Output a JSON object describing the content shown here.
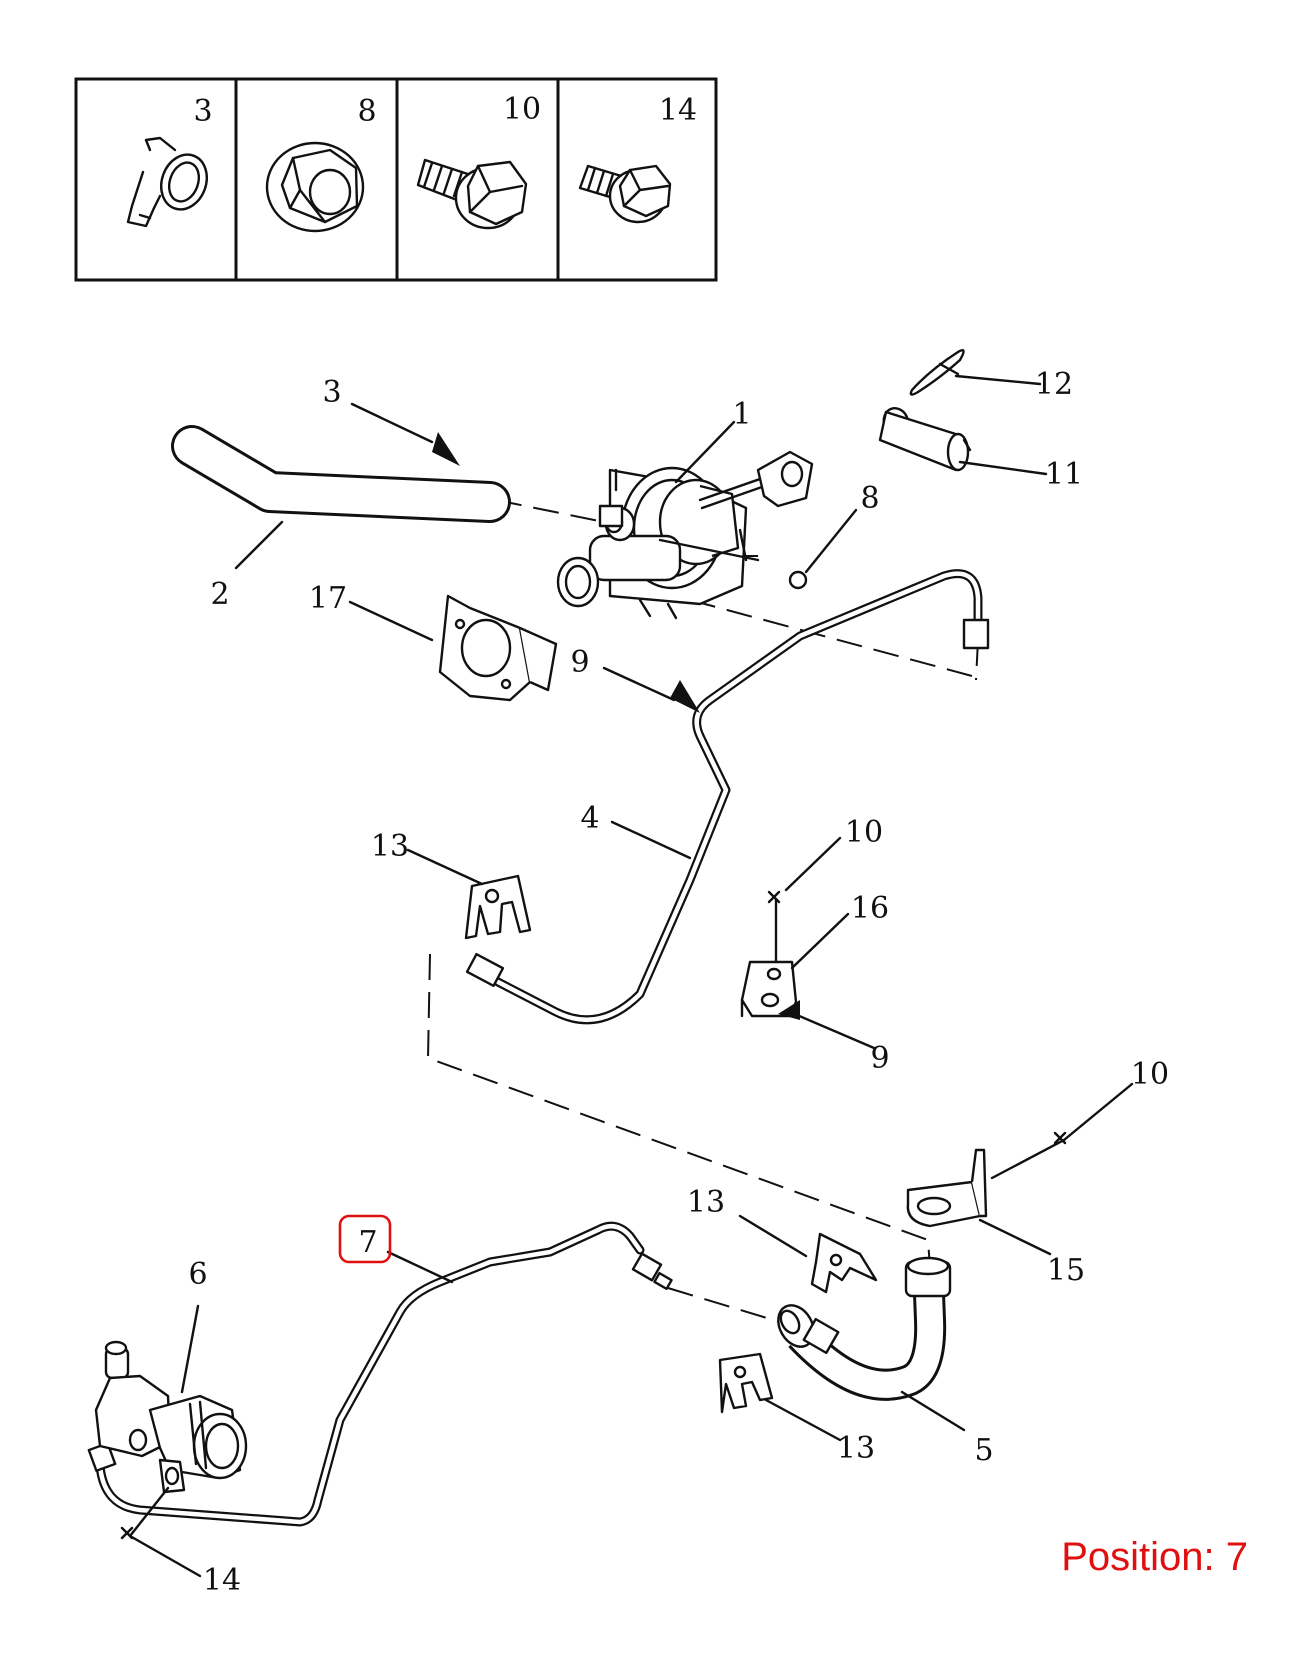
{
  "legend": [
    {
      "number": "3",
      "icon": "hose-clamp-icon"
    },
    {
      "number": "8",
      "icon": "flange-nut-icon"
    },
    {
      "number": "10",
      "icon": "flange-bolt-icon"
    },
    {
      "number": "14",
      "icon": "small-flange-bolt-icon"
    }
  ],
  "callouts": {
    "c1": "1",
    "c2": "2",
    "c3": "3",
    "c4": "4",
    "c5": "5",
    "c6": "6",
    "c7": "7",
    "c8": "8",
    "c9a": "9",
    "c9b": "9",
    "c10a": "10",
    "c10b": "10",
    "c11": "11",
    "c12": "12",
    "c13a": "13",
    "c13b": "13",
    "c13c": "13",
    "c14": "14",
    "c15": "15",
    "c16": "16",
    "c17": "17"
  },
  "highlight": {
    "callout": "7",
    "color": "#e01010"
  },
  "position": {
    "label": "Position:",
    "value": "7"
  }
}
